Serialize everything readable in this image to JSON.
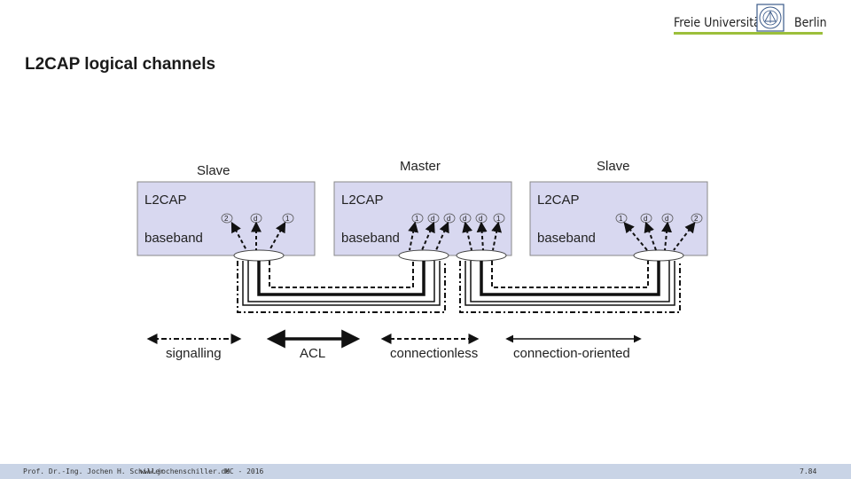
{
  "logo": {
    "left_text": "Freie Universität",
    "right_text": "Berlin"
  },
  "title": "L2CAP logical channels",
  "nodes": [
    {
      "role": "Slave",
      "layer_top": "L2CAP",
      "layer_bottom": "baseband",
      "channels": [
        "2",
        "d",
        "1"
      ]
    },
    {
      "role": "Master",
      "layer_top": "L2CAP",
      "layer_bottom": "baseband",
      "channels": [
        "1",
        "d",
        "d",
        "d",
        "d",
        "1"
      ]
    },
    {
      "role": "Slave",
      "layer_top": "L2CAP",
      "layer_bottom": "baseband",
      "channels": [
        "1",
        "d",
        "d",
        "2"
      ]
    }
  ],
  "legend": {
    "signalling": "signalling",
    "acl": "ACL",
    "connectionless": "connectionless",
    "connection_oriented": "connection-oriented"
  },
  "footer": {
    "author": "Prof. Dr.-Ing. Jochen H. Schiller",
    "url": "www.jochenschiller.de",
    "course": "MC - 2016",
    "page": "7.84"
  }
}
